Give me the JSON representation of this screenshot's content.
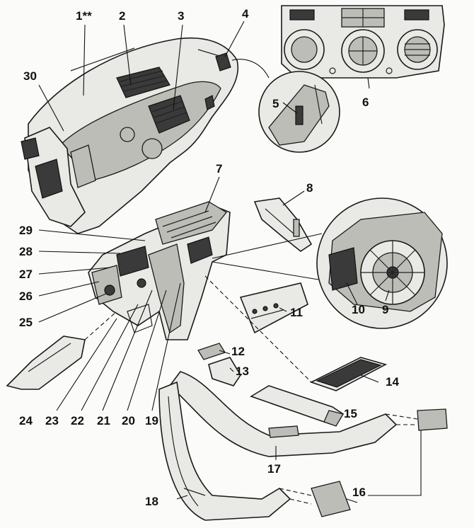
{
  "callouts": [
    {
      "id": "1",
      "text": "1**"
    },
    {
      "id": "2",
      "text": "2"
    },
    {
      "id": "3",
      "text": "3"
    },
    {
      "id": "4",
      "text": "4"
    },
    {
      "id": "5",
      "text": "5"
    },
    {
      "id": "6",
      "text": "6"
    },
    {
      "id": "7",
      "text": "7"
    },
    {
      "id": "8",
      "text": "8"
    },
    {
      "id": "9",
      "text": "9"
    },
    {
      "id": "10",
      "text": "10"
    },
    {
      "id": "11",
      "text": "11"
    },
    {
      "id": "12",
      "text": "12"
    },
    {
      "id": "13",
      "text": "13"
    },
    {
      "id": "14",
      "text": "14"
    },
    {
      "id": "15",
      "text": "15"
    },
    {
      "id": "16",
      "text": "16"
    },
    {
      "id": "17",
      "text": "17"
    },
    {
      "id": "18",
      "text": "18"
    },
    {
      "id": "19",
      "text": "19"
    },
    {
      "id": "20",
      "text": "20"
    },
    {
      "id": "21",
      "text": "21"
    },
    {
      "id": "22",
      "text": "22"
    },
    {
      "id": "23",
      "text": "23"
    },
    {
      "id": "24",
      "text": "24"
    },
    {
      "id": "25",
      "text": "25"
    },
    {
      "id": "26",
      "text": "26"
    },
    {
      "id": "27",
      "text": "27"
    },
    {
      "id": "28",
      "text": "28"
    },
    {
      "id": "29",
      "text": "29"
    },
    {
      "id": "30",
      "text": "30"
    }
  ]
}
